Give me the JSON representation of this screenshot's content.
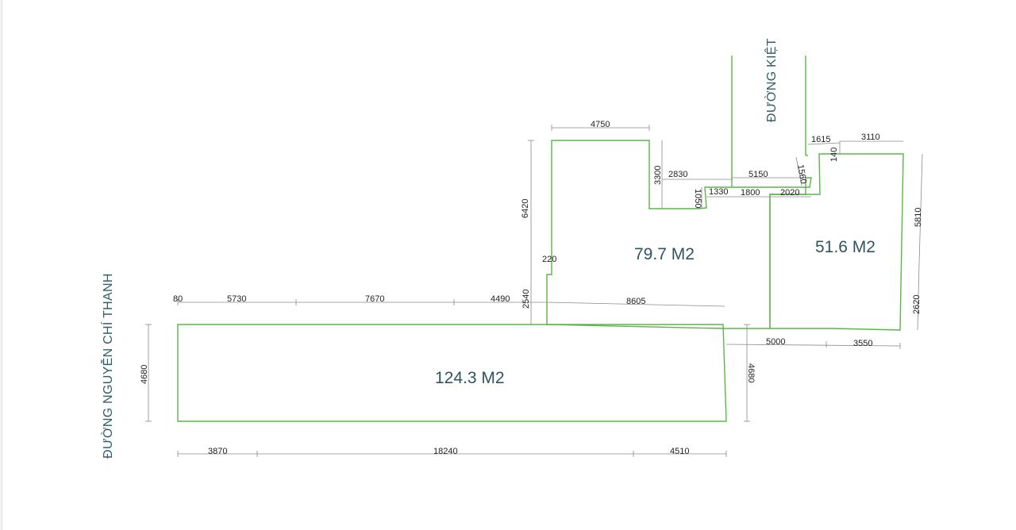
{
  "streets": {
    "left": "ĐƯỜNG NGUYỄN CHÍ THANH",
    "top": "ĐƯỜNG KIỆT"
  },
  "areas": {
    "lot_large": "124.3 M2",
    "lot_middle": "79.7 M2",
    "lot_right": "51.6 M2"
  },
  "dimensions": {
    "top_width": "4750",
    "notch_depth": "3300",
    "alley_left": "2830",
    "alley_width": "5150",
    "notch_small": "1050",
    "seg_1330": "1330",
    "seg_1800": "1800",
    "seg_2020": "2020",
    "seg_1560": "1560",
    "seg_1615": "1615",
    "seg_140": "140",
    "seg_3110": "3110",
    "right_upper": "5810",
    "right_lower": "2620",
    "middle_height": "6420",
    "step": "220",
    "step_height": "2540",
    "top_80": "80",
    "top_5730": "5730",
    "top_7670": "7670",
    "top_4490": "4490",
    "top_8605": "8605",
    "bottom_right_5000": "5000",
    "bottom_right_3550": "3550",
    "left_height": "4680",
    "right_height": "4680",
    "bottom_3870": "3870",
    "bottom_18240": "18240",
    "bottom_4510": "4510"
  }
}
